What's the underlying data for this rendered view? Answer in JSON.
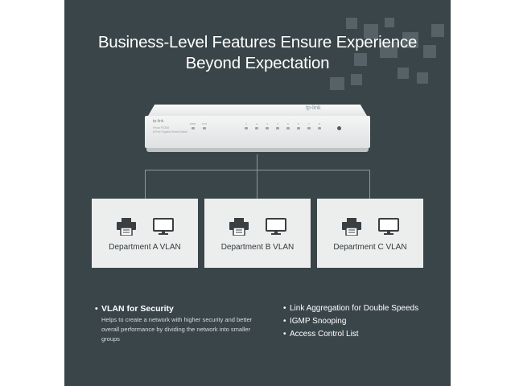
{
  "headline": {
    "line1": "Business-Level Features Ensure Experience",
    "line2": "Beyond Expectation"
  },
  "device": {
    "brand": "tp-link",
    "model_line1": "Festa FS308",
    "model_line2": "8-Port Gigabit Smart Switch",
    "leds": [
      "PWR",
      "SYS",
      "1",
      "2",
      "3",
      "4",
      "5",
      "6",
      "7",
      "8"
    ]
  },
  "departments": [
    {
      "label": "Department A VLAN"
    },
    {
      "label": "Department B VLAN"
    },
    {
      "label": "Department C VLAN"
    }
  ],
  "features": {
    "primary": {
      "bullet": "•",
      "title": "VLAN for Security",
      "description": "Helps to create a network with higher security and better overall performance by dividing the network into smaller groups"
    },
    "list": [
      {
        "bullet": "•",
        "text": "Link Aggregation for Double Speeds"
      },
      {
        "bullet": "•",
        "text": "IGMP Snooping"
      },
      {
        "bullet": "•",
        "text": "Access Control List"
      }
    ]
  },
  "colors": {
    "background": "#3a4549",
    "card": "#eceded",
    "accent_deco": "#566268"
  },
  "icons": [
    "printer-icon",
    "monitor-icon"
  ]
}
